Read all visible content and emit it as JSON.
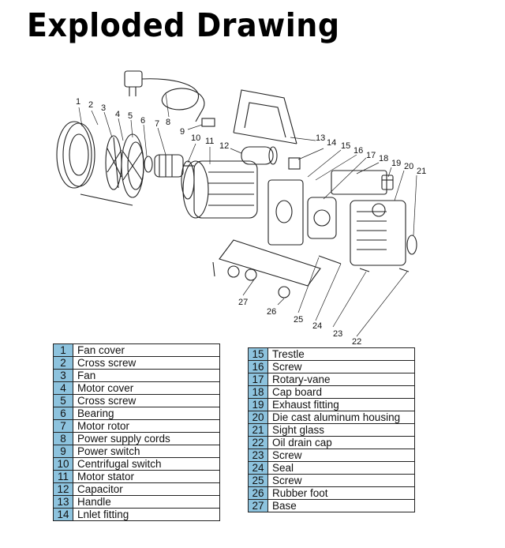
{
  "title": "Exploded Drawing",
  "colors": {
    "number_cell": "#8dc3de",
    "line": "#222222"
  },
  "callouts": [
    "1",
    "2",
    "3",
    "4",
    "5",
    "6",
    "7",
    "8",
    "9",
    "10",
    "11",
    "12",
    "13",
    "14",
    "15",
    "16",
    "17",
    "18",
    "19",
    "20",
    "21",
    "22",
    "23",
    "24",
    "25",
    "26",
    "27"
  ],
  "parts_left": [
    {
      "num": "1",
      "name": "Fan cover"
    },
    {
      "num": "2",
      "name": "Cross screw"
    },
    {
      "num": "3",
      "name": "Fan"
    },
    {
      "num": "4",
      "name": "Motor cover"
    },
    {
      "num": "5",
      "name": "Cross screw"
    },
    {
      "num": "6",
      "name": "Bearing"
    },
    {
      "num": "7",
      "name": "Motor rotor"
    },
    {
      "num": "8",
      "name": "Power supply cords"
    },
    {
      "num": "9",
      "name": "Power switch"
    },
    {
      "num": "10",
      "name": "Centrifugal switch"
    },
    {
      "num": "11",
      "name": "Motor stator"
    },
    {
      "num": "12",
      "name": "Capacitor"
    },
    {
      "num": "13",
      "name": "Handle"
    },
    {
      "num": "14",
      "name": "Lnlet fitting"
    }
  ],
  "parts_right": [
    {
      "num": "15",
      "name": "Trestle"
    },
    {
      "num": "16",
      "name": "Screw"
    },
    {
      "num": "17",
      "name": "Rotary-vane"
    },
    {
      "num": "18",
      "name": "Cap board"
    },
    {
      "num": "19",
      "name": "Exhaust fitting"
    },
    {
      "num": "20",
      "name": "Die cast aluminum housing"
    },
    {
      "num": "21",
      "name": "Sight glass"
    },
    {
      "num": "22",
      "name": "Oil drain cap"
    },
    {
      "num": "23",
      "name": "Screw"
    },
    {
      "num": "24",
      "name": "Seal"
    },
    {
      "num": "25",
      "name": "Screw"
    },
    {
      "num": "26",
      "name": "Rubber foot"
    },
    {
      "num": "27",
      "name": "Base"
    }
  ]
}
